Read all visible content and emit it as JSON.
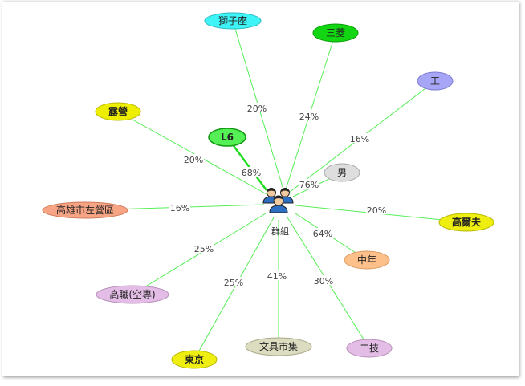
{
  "center": {
    "label": "群組",
    "icon": "user-group-icon"
  },
  "nodes": [
    {
      "id": "lion",
      "label": "獅子座",
      "percent": "20%",
      "fill": "#3ff4f6",
      "stroke": "#2bb8c0",
      "bold": false,
      "edge_color": "#55ee55",
      "edge_width": 1
    },
    {
      "id": "mitsubishi",
      "label": "三菱",
      "percent": "24%",
      "fill": "#11d611",
      "stroke": "#0a9a0a",
      "bold": false,
      "edge_color": "#55ee55",
      "edge_width": 1
    },
    {
      "id": "work",
      "label": "工",
      "percent": "16%",
      "fill": "#a7a6f6",
      "stroke": "#7a79d0",
      "bold": false,
      "edge_color": "#55ee55",
      "edge_width": 1
    },
    {
      "id": "camping",
      "label": "露營",
      "percent": "20%",
      "fill": "#eeee00",
      "stroke": "#b8b800",
      "bold": true,
      "edge_color": "#55ee55",
      "edge_width": 1
    },
    {
      "id": "l6",
      "label": "L6",
      "percent": "68%",
      "fill": "#55f055",
      "stroke": "#119911",
      "bold": true,
      "edge_color": "#22dd22",
      "edge_width": 2.5
    },
    {
      "id": "male",
      "label": "男",
      "percent": "76%",
      "fill": "#dedede",
      "stroke": "#aaaaaa",
      "bold": false,
      "edge_color": "#55ee55",
      "edge_width": 1
    },
    {
      "id": "zuoying",
      "label": "高雄市左營區",
      "percent": "16%",
      "fill": "#f7a484",
      "stroke": "#d07a5c",
      "bold": false,
      "edge_color": "#55ee55",
      "edge_width": 1
    },
    {
      "id": "golf",
      "label": "高爾夫",
      "percent": "20%",
      "fill": "#eeee11",
      "stroke": "#b8b800",
      "bold": true,
      "edge_color": "#55ee55",
      "edge_width": 1
    },
    {
      "id": "middle",
      "label": "中年",
      "percent": "64%",
      "fill": "#fdc08a",
      "stroke": "#d89a60",
      "bold": false,
      "edge_color": "#55ee55",
      "edge_width": 1
    },
    {
      "id": "vocational",
      "label": "高職(空專)",
      "percent": "25%",
      "fill": "#e3bde6",
      "stroke": "#b890bb",
      "bold": false,
      "edge_color": "#55ee55",
      "edge_width": 1
    },
    {
      "id": "tokyo",
      "label": "東京",
      "percent": "25%",
      "fill": "#eeee11",
      "stroke": "#b8b800",
      "bold": true,
      "edge_color": "#55ee55",
      "edge_width": 1
    },
    {
      "id": "stationery",
      "label": "文具市集",
      "percent": "41%",
      "fill": "#dcdcc0",
      "stroke": "#aaaa88",
      "bold": false,
      "edge_color": "#55ee55",
      "edge_width": 1
    },
    {
      "id": "twotech",
      "label": "二技",
      "percent": "30%",
      "fill": "#e3bde6",
      "stroke": "#b890bb",
      "bold": false,
      "edge_color": "#55ee55",
      "edge_width": 1
    }
  ]
}
